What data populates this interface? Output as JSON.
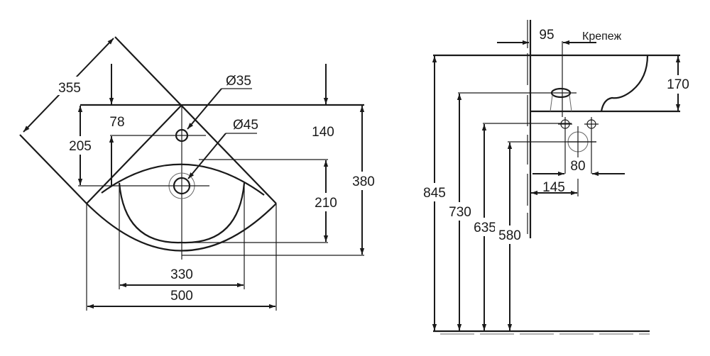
{
  "top_view": {
    "dims": {
      "diag": "355",
      "tap_offset": "78",
      "drain_depth": "205",
      "top_right": "140",
      "bowl_depth": "210",
      "total_depth": "380",
      "bowl_width": "330",
      "total_width": "500"
    },
    "tap_hole": "Ø35",
    "drain_hole": "Ø45"
  },
  "side_view": {
    "dims": {
      "wall_offset": "95",
      "height_basin_rim": "845",
      "height_fixing": "730",
      "height_water": "635",
      "height_drain": "580",
      "basin_height": "170",
      "water_spacing": "80",
      "drain_offset": "145"
    },
    "fixing_label": "Крепеж"
  },
  "colors": {
    "line": "#1a1a1a",
    "background": "#ffffff"
  }
}
